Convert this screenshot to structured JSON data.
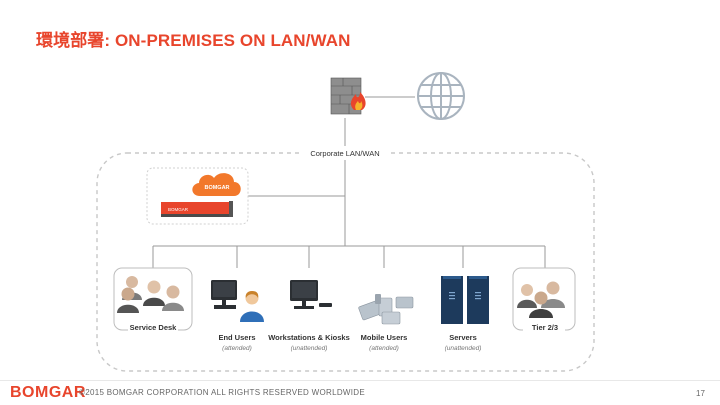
{
  "title": "環境部署: ON-PREMISES ON LAN/WAN",
  "network_label": "Corporate LAN/WAN",
  "appliance": {
    "cloud_brand": "BOMGAR",
    "unit_brand": "BOMGAR"
  },
  "nodes": [
    {
      "label": "Service Desk",
      "sublabel": ""
    },
    {
      "label": "End Users",
      "sublabel": "(attended)"
    },
    {
      "label": "Workstations & Kiosks",
      "sublabel": "(unattended)"
    },
    {
      "label": "Mobile Users",
      "sublabel": "(attended)"
    },
    {
      "label": "Servers",
      "sublabel": "(unattended)"
    },
    {
      "label": "Tier 2/3",
      "sublabel": ""
    }
  ],
  "footer": {
    "brand": "BOMGAR",
    "copyright": "©2015 BOMGAR CORPORATION ALL RIGHTS RESERVED WORLDWIDE",
    "page": "17"
  },
  "colors": {
    "accent": "#e8452c",
    "line": "#9a9a9a",
    "dash": "#c8c8c8",
    "server": "#1d3a5c",
    "monitor": "#2b2f33"
  }
}
